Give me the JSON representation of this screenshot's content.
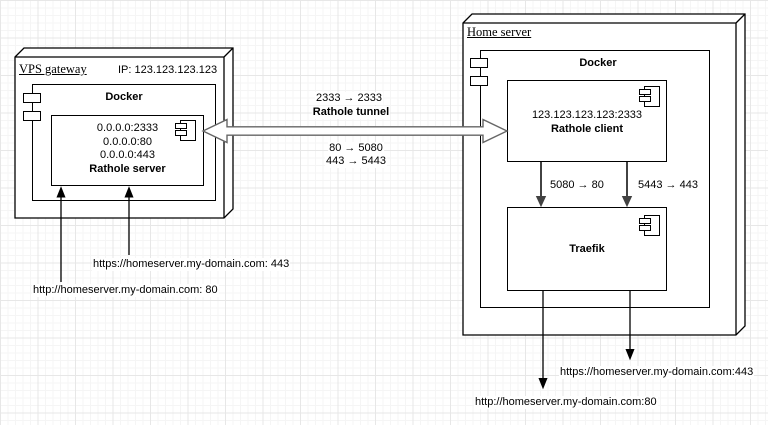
{
  "vps": {
    "title": "VPS gateway",
    "ip_label": "IP: 123.123.123.123",
    "docker_label": "Docker",
    "rathole_server": {
      "line1": "0.0.0.0:2333",
      "line2": "0.0.0.0:80",
      "line3": "0.0.0.0:443",
      "name": "Rathole server"
    }
  },
  "home": {
    "title": "Home server",
    "docker_label": "Docker",
    "rathole_client": {
      "line1": "123.123.123.123:2333",
      "name": "Rathole client"
    },
    "traefik_name": "Traefik",
    "port_map_http": "5080 → 80",
    "port_map_https": "5443 → 443"
  },
  "tunnel": {
    "label_top": "2333 → 2333",
    "name": "Rathole tunnel",
    "label_http": "80 → 5080",
    "label_https": "443 → 5443"
  },
  "external_left": {
    "https_url": "https://homeserver.my-domain.com: 443",
    "http_url": "http://homeserver.my-domain.com: 80"
  },
  "external_right": {
    "https_url": "https://homeserver.my-domain.com:443",
    "http_url": "http://homeserver.my-domain.com:80"
  },
  "colors": {
    "stroke": "#000000",
    "tunnel_stroke": "#666666",
    "inner_arrow": "#424242",
    "background": "#ffffff",
    "grid_minor": "#f5f5f5",
    "grid_major": "#e7e7e7"
  }
}
